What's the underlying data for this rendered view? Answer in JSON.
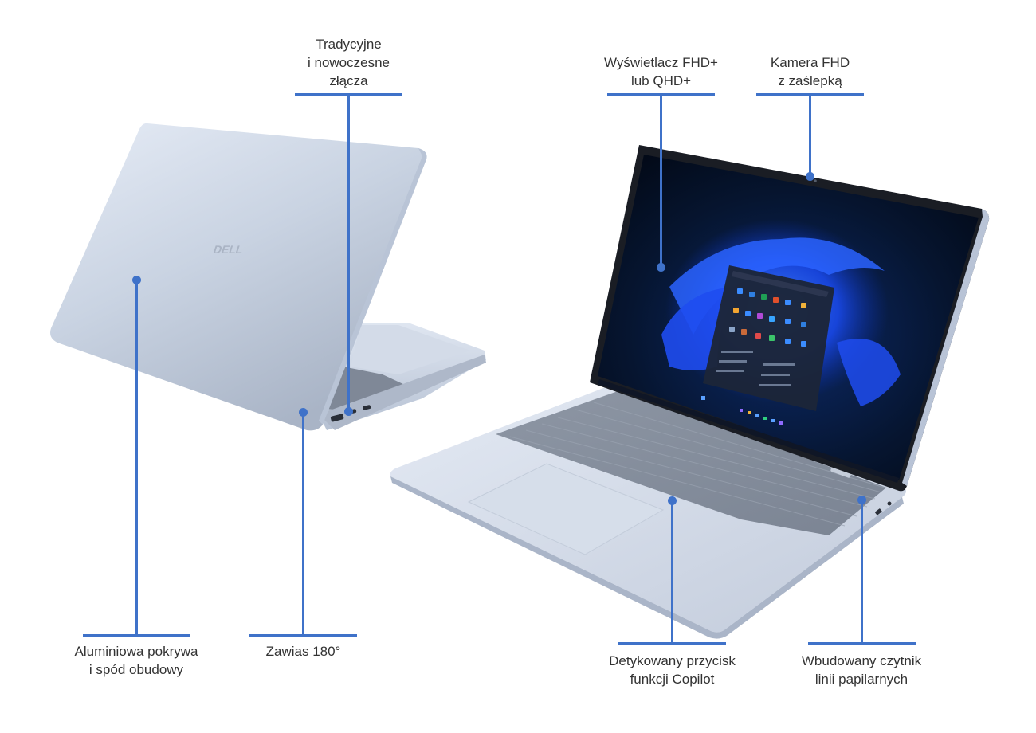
{
  "theme": {
    "accent": "#3f72c9",
    "text": "#333333",
    "background": "#ffffff"
  },
  "product": {
    "rear_logo": "DELL"
  },
  "callouts": {
    "ports": {
      "line1": "Tradycyjne",
      "line2": "i nowoczesne",
      "line3": "złącza"
    },
    "display": {
      "line1": "Wyświetlacz FHD+",
      "line2": "lub QHD+"
    },
    "camera": {
      "line1": "Kamera FHD",
      "line2": "z zaślepką"
    },
    "chassis": {
      "line1": "Aluminiowa pokrywa",
      "line2": "i spód obudowy"
    },
    "hinge": {
      "line1": "Zawias 180°"
    },
    "copilot": {
      "line1": "Detykowany przycisk",
      "line2": "funkcji Copilot"
    },
    "fingerprint": {
      "line1": "Wbudowany czytnik",
      "line2": "linii papilarnych"
    }
  }
}
